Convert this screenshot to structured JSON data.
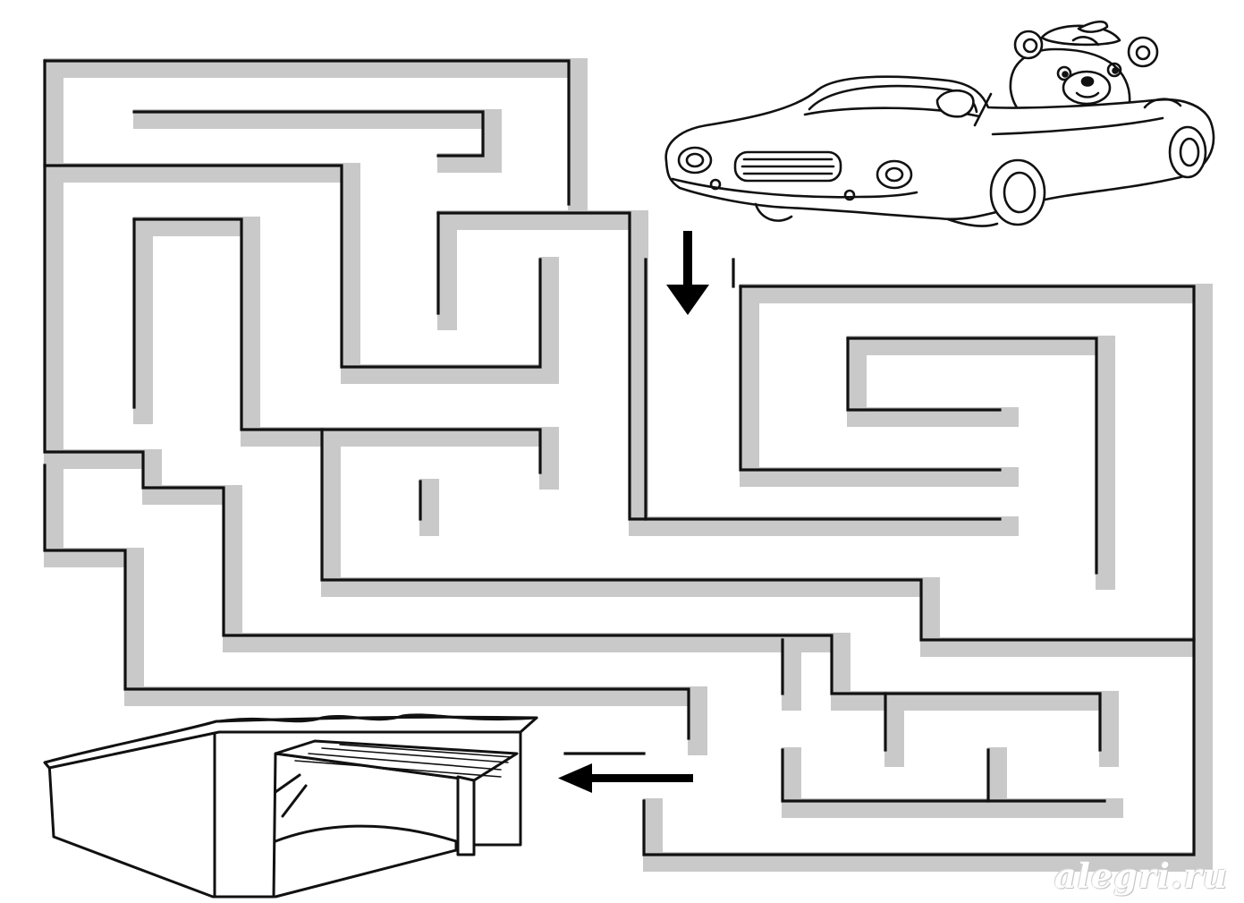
{
  "puzzle": {
    "type": "maze",
    "start": "car-with-bear",
    "goal": "garage",
    "start_arrow_icon": "arrow-down-icon",
    "goal_arrow_icon": "arrow-left-icon"
  },
  "watermark": {
    "text": "alegri.ru"
  },
  "colors": {
    "ink": "#111111",
    "shadow": "#c9c9c9",
    "paper": "#ffffff"
  }
}
